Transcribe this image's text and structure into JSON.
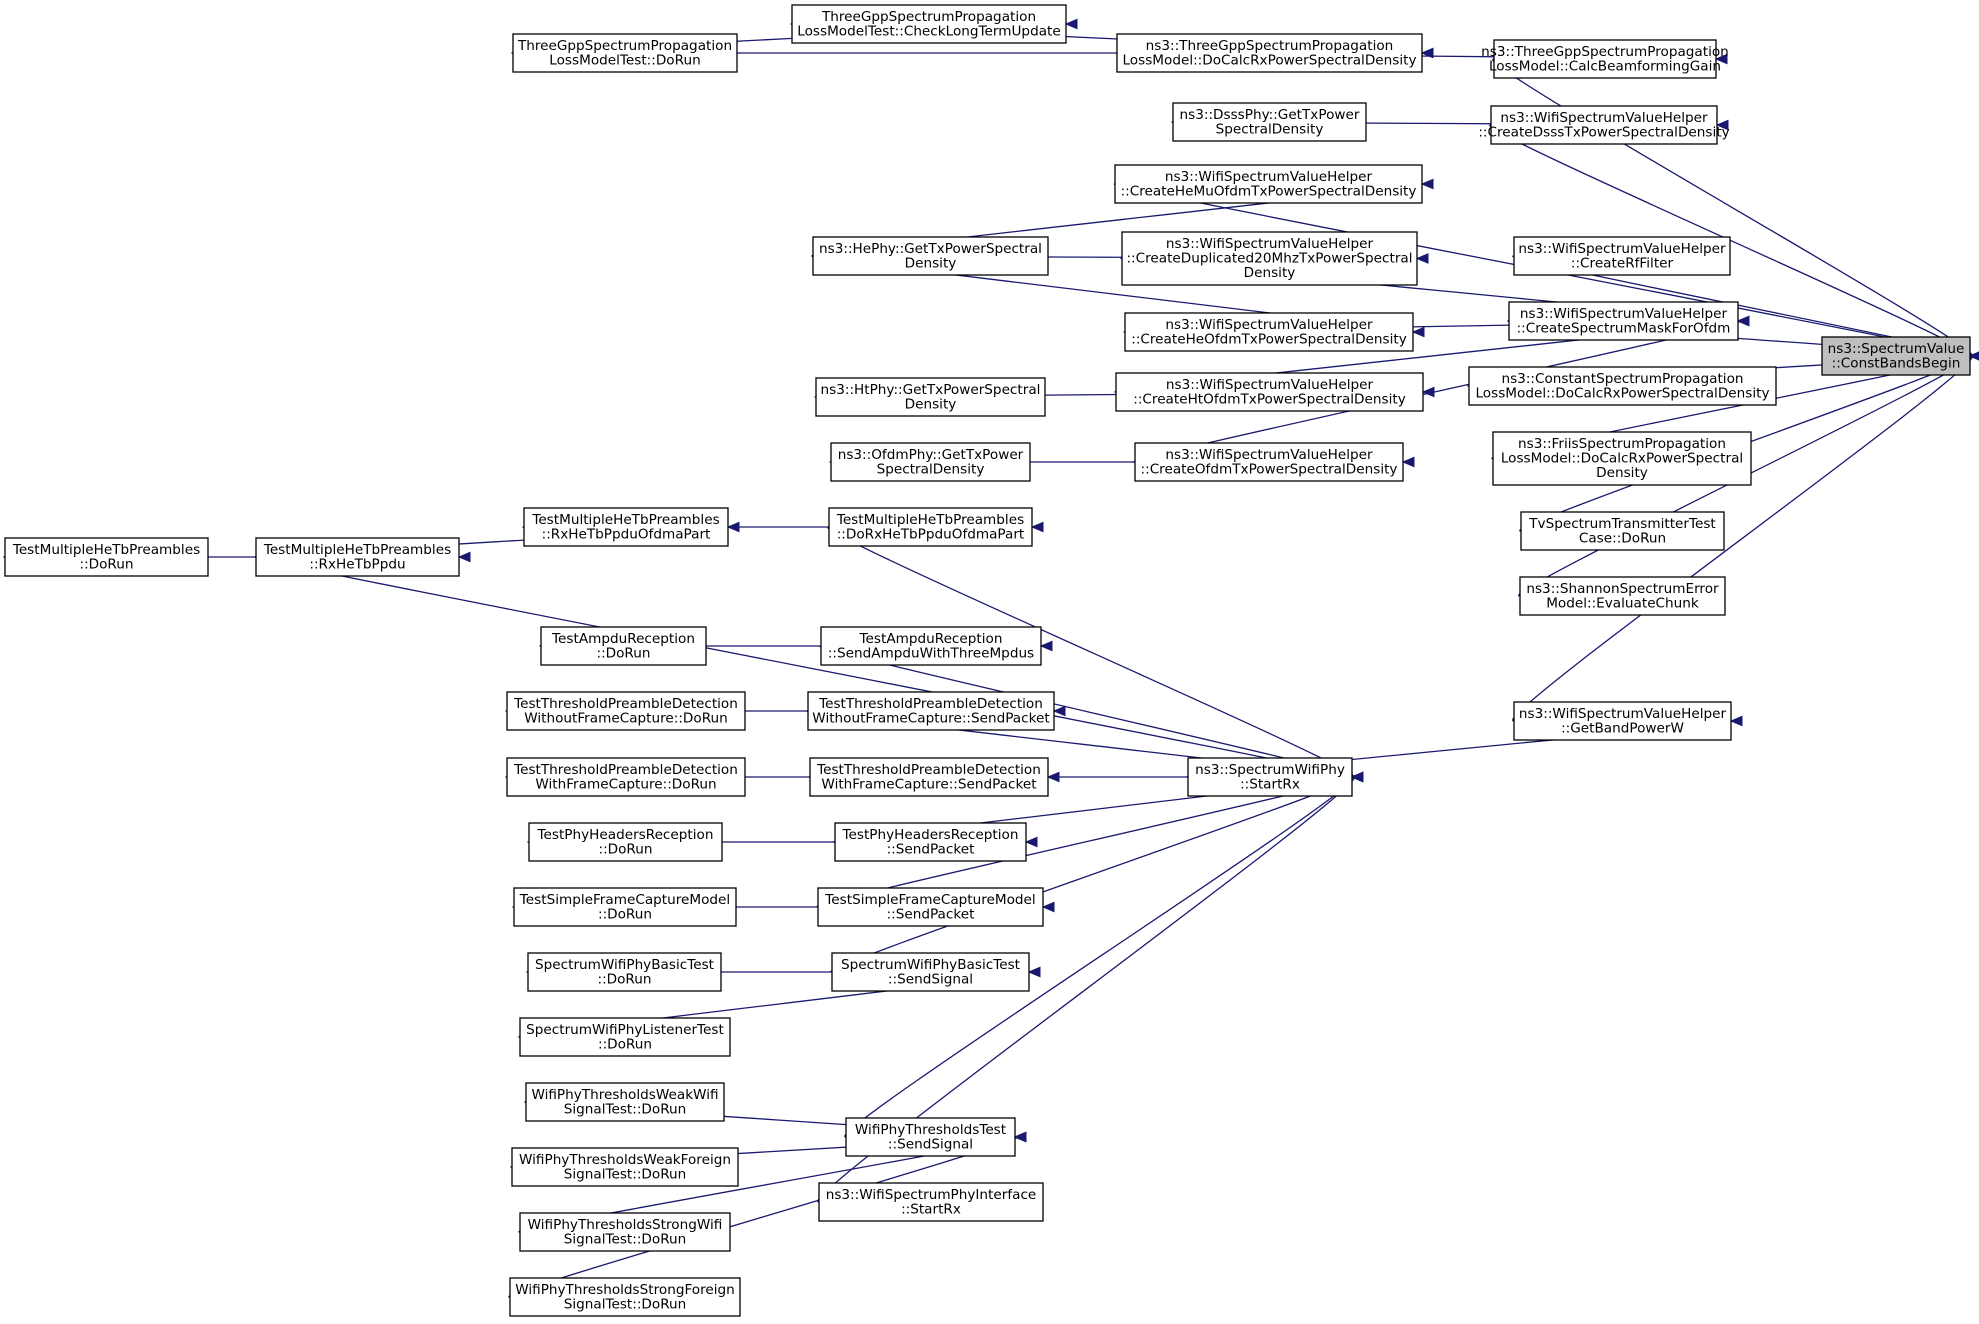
{
  "nodes": [
    {
      "id": "root",
      "lines": [
        "ns3::SpectrumValue",
        "::ConstBandsBegin"
      ],
      "root": true
    },
    {
      "id": "tgpp_beam",
      "lines": [
        "ns3::ThreeGppSpectrumPropagation",
        "LossModel::CalcBeamformingGain"
      ]
    },
    {
      "id": "dsss_helper",
      "lines": [
        "ns3::WifiSpectrumValueHelper",
        "::CreateDsssTxPowerSpectralDensity"
      ]
    },
    {
      "id": "hemu",
      "lines": [
        "ns3::WifiSpectrumValueHelper",
        "::CreateHeMuOfdmTxPowerSpectralDensity"
      ]
    },
    {
      "id": "rffilter",
      "lines": [
        "ns3::WifiSpectrumValueHelper",
        "::CreateRfFilter"
      ]
    },
    {
      "id": "mask",
      "lines": [
        "ns3::WifiSpectrumValueHelper",
        "::CreateSpectrumMaskForOfdm"
      ]
    },
    {
      "id": "const_loss",
      "lines": [
        "ns3::ConstantSpectrumPropagation",
        "LossModel::DoCalcRxPowerSpectralDensity"
      ]
    },
    {
      "id": "friis",
      "lines": [
        "ns3::FriisSpectrumPropagation",
        "LossModel::DoCalcRxPowerSpectral",
        "Density"
      ]
    },
    {
      "id": "tvtest",
      "lines": [
        "TvSpectrumTransmitterTest",
        "Case::DoRun"
      ]
    },
    {
      "id": "shannon",
      "lines": [
        "ns3::ShannonSpectrumError",
        "Model::EvaluateChunk"
      ]
    },
    {
      "id": "bandpower",
      "lines": [
        "ns3::WifiSpectrumValueHelper",
        "::GetBandPowerW"
      ]
    },
    {
      "id": "tgpp_docalc",
      "lines": [
        "ns3::ThreeGppSpectrumPropagation",
        "LossModel::DoCalcRxPowerSpectralDensity"
      ]
    },
    {
      "id": "tgpp_check",
      "lines": [
        "ThreeGppSpectrumPropagation",
        "LossModelTest::CheckLongTermUpdate"
      ]
    },
    {
      "id": "tgpp_dorun",
      "lines": [
        "ThreeGppSpectrumPropagation",
        "LossModelTest::DoRun"
      ]
    },
    {
      "id": "dsss_phy",
      "lines": [
        "ns3::DsssPhy::GetTxPower",
        "SpectralDensity"
      ]
    },
    {
      "id": "dup20",
      "lines": [
        "ns3::WifiSpectrumValueHelper",
        "::CreateDuplicated20MhzTxPowerSpectral",
        "Density"
      ]
    },
    {
      "id": "heofdm",
      "lines": [
        "ns3::WifiSpectrumValueHelper",
        "::CreateHeOfdmTxPowerSpectralDensity"
      ]
    },
    {
      "id": "htofdm",
      "lines": [
        "ns3::WifiSpectrumValueHelper",
        "::CreateHtOfdmTxPowerSpectralDensity"
      ]
    },
    {
      "id": "ofdm_helper",
      "lines": [
        "ns3::WifiSpectrumValueHelper",
        "::CreateOfdmTxPowerSpectralDensity"
      ]
    },
    {
      "id": "hephy",
      "lines": [
        "ns3::HePhy::GetTxPowerSpectral",
        "Density"
      ]
    },
    {
      "id": "htphy",
      "lines": [
        "ns3::HtPhy::GetTxPowerSpectral",
        "Density"
      ]
    },
    {
      "id": "ofdmphy",
      "lines": [
        "ns3::OfdmPhy::GetTxPower",
        "SpectralDensity"
      ]
    },
    {
      "id": "startrx",
      "lines": [
        "ns3::SpectrumWifiPhy",
        "::StartRx"
      ]
    },
    {
      "id": "dorx_ofdma",
      "lines": [
        "TestMultipleHeTbPreambles",
        "::DoRxHeTbPpduOfdmaPart"
      ]
    },
    {
      "id": "rx_ofdma",
      "lines": [
        "TestMultipleHeTbPreambles",
        "::RxHeTbPpduOfdmaPart"
      ]
    },
    {
      "id": "rxhetb",
      "lines": [
        "TestMultipleHeTbPreambles",
        "::RxHeTbPpdu"
      ]
    },
    {
      "id": "mhetb_dorun",
      "lines": [
        "TestMultipleHeTbPreambles",
        "::DoRun"
      ]
    },
    {
      "id": "ampdu_send",
      "lines": [
        "TestAmpduReception",
        "::SendAmpduWithThreeMpdus"
      ]
    },
    {
      "id": "ampdu_dorun",
      "lines": [
        "TestAmpduReception",
        "::DoRun"
      ]
    },
    {
      "id": "tpd_wo_send",
      "lines": [
        "TestThresholdPreambleDetection",
        "WithoutFrameCapture::SendPacket"
      ]
    },
    {
      "id": "tpd_wo_dorun",
      "lines": [
        "TestThresholdPreambleDetection",
        "WithoutFrameCapture::DoRun"
      ]
    },
    {
      "id": "tpd_w_send",
      "lines": [
        "TestThresholdPreambleDetection",
        "WithFrameCapture::SendPacket"
      ]
    },
    {
      "id": "tpd_w_dorun",
      "lines": [
        "TestThresholdPreambleDetection",
        "WithFrameCapture::DoRun"
      ]
    },
    {
      "id": "phr_send",
      "lines": [
        "TestPhyHeadersReception",
        "::SendPacket"
      ]
    },
    {
      "id": "phr_dorun",
      "lines": [
        "TestPhyHeadersReception",
        "::DoRun"
      ]
    },
    {
      "id": "sfc_send",
      "lines": [
        "TestSimpleFrameCaptureModel",
        "::SendPacket"
      ]
    },
    {
      "id": "sfc_dorun",
      "lines": [
        "TestSimpleFrameCaptureModel",
        "::DoRun"
      ]
    },
    {
      "id": "swb_send",
      "lines": [
        "SpectrumWifiPhyBasicTest",
        "::SendSignal"
      ]
    },
    {
      "id": "swb_dorun",
      "lines": [
        "SpectrumWifiPhyBasicTest",
        "::DoRun"
      ]
    },
    {
      "id": "swl_dorun",
      "lines": [
        "SpectrumWifiPhyListenerTest",
        "::DoRun"
      ]
    },
    {
      "id": "wpt_send",
      "lines": [
        "WifiPhyThresholdsTest",
        "::SendSignal"
      ]
    },
    {
      "id": "ww_dorun",
      "lines": [
        "WifiPhyThresholdsWeakWifi",
        "SignalTest::DoRun"
      ]
    },
    {
      "id": "wf_dorun",
      "lines": [
        "WifiPhyThresholdsWeakForeign",
        "SignalTest::DoRun"
      ]
    },
    {
      "id": "sw_dorun",
      "lines": [
        "WifiPhyThresholdsStrongWifi",
        "SignalTest::DoRun"
      ]
    },
    {
      "id": "sf_dorun",
      "lines": [
        "WifiPhyThresholdsStrongForeign",
        "SignalTest::DoRun"
      ]
    },
    {
      "id": "wspi_startrx",
      "lines": [
        "ns3::WifiSpectrumPhyInterface",
        "::StartRx"
      ]
    }
  ],
  "edges": [
    [
      "tgpp_beam",
      "root"
    ],
    [
      "dsss_helper",
      "root"
    ],
    [
      "hemu",
      "root"
    ],
    [
      "rffilter",
      "root"
    ],
    [
      "mask",
      "root"
    ],
    [
      "const_loss",
      "root"
    ],
    [
      "friis",
      "root"
    ],
    [
      "tvtest",
      "root"
    ],
    [
      "shannon",
      "root"
    ],
    [
      "bandpower",
      "root"
    ],
    [
      "tgpp_docalc",
      "tgpp_beam"
    ],
    [
      "tgpp_check",
      "tgpp_docalc"
    ],
    [
      "tgpp_dorun",
      "tgpp_check"
    ],
    [
      "tgpp_dorun",
      "tgpp_docalc"
    ],
    [
      "dsss_phy",
      "dsss_helper"
    ],
    [
      "hephy",
      "hemu"
    ],
    [
      "hephy",
      "dup20"
    ],
    [
      "hephy",
      "heofdm"
    ],
    [
      "dup20",
      "mask"
    ],
    [
      "heofdm",
      "mask"
    ],
    [
      "htofdm",
      "mask"
    ],
    [
      "ofdm_helper",
      "mask"
    ],
    [
      "htphy",
      "htofdm"
    ],
    [
      "ofdmphy",
      "ofdm_helper"
    ],
    [
      "startrx",
      "bandpower"
    ],
    [
      "dorx_ofdma",
      "startrx"
    ],
    [
      "rx_ofdma",
      "dorx_ofdma"
    ],
    [
      "rxhetb",
      "rx_ofdma"
    ],
    [
      "mhetb_dorun",
      "rxhetb"
    ],
    [
      "rxhetb",
      "startrx"
    ],
    [
      "ampdu_send",
      "startrx"
    ],
    [
      "ampdu_dorun",
      "ampdu_send"
    ],
    [
      "tpd_wo_send",
      "startrx"
    ],
    [
      "tpd_wo_dorun",
      "tpd_wo_send"
    ],
    [
      "tpd_w_send",
      "startrx"
    ],
    [
      "tpd_w_dorun",
      "tpd_w_send"
    ],
    [
      "phr_send",
      "startrx"
    ],
    [
      "phr_dorun",
      "phr_send"
    ],
    [
      "sfc_send",
      "startrx"
    ],
    [
      "sfc_dorun",
      "sfc_send"
    ],
    [
      "swb_send",
      "startrx"
    ],
    [
      "swb_dorun",
      "swb_send"
    ],
    [
      "swl_dorun",
      "swb_send"
    ],
    [
      "wpt_send",
      "startrx"
    ],
    [
      "ww_dorun",
      "wpt_send"
    ],
    [
      "wf_dorun",
      "wpt_send"
    ],
    [
      "sw_dorun",
      "wpt_send"
    ],
    [
      "sf_dorun",
      "wpt_send"
    ],
    [
      "wspi_startrx",
      "startrx"
    ]
  ]
}
